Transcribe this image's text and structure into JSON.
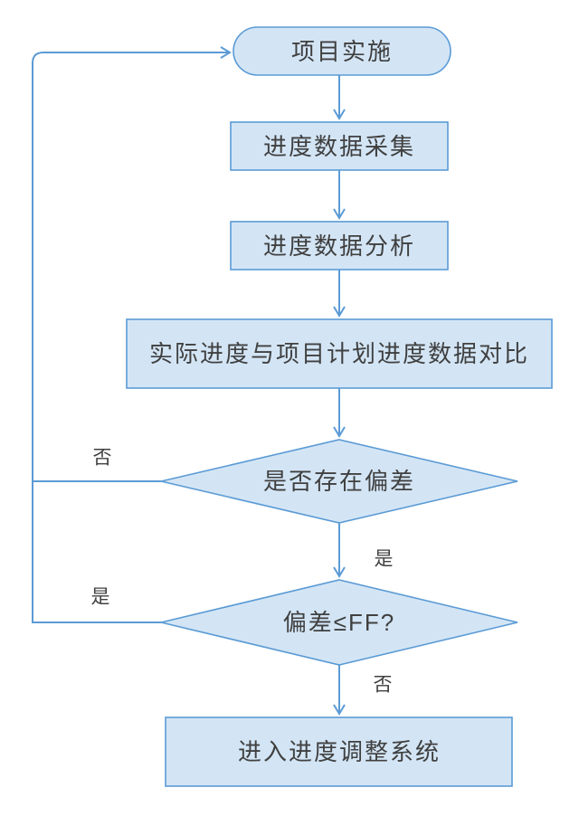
{
  "flowchart": {
    "nodes": {
      "start": {
        "label": "项目实施",
        "shape": "terminator"
      },
      "collect": {
        "label": "进度数据采集",
        "shape": "process"
      },
      "analyze": {
        "label": "进度数据分析",
        "shape": "process"
      },
      "compare": {
        "label": "实际进度与项目计划进度数据对比",
        "shape": "process"
      },
      "has_deviation": {
        "label": "是否存在偏差",
        "shape": "decision"
      },
      "deviation_within_ff": {
        "label": "偏差≤FF?",
        "shape": "decision"
      },
      "adjust_system": {
        "label": "进入进度调整系统",
        "shape": "process"
      }
    },
    "edge_labels": {
      "has_deviation_no": "否",
      "within_ff_yes": "是",
      "has_deviation_yes": "是",
      "within_ff_no": "否"
    },
    "colors": {
      "node_fill": "#d3e5f5",
      "node_border": "#5b9bd5",
      "connector": "#5b9bd5",
      "text": "#404040"
    }
  }
}
